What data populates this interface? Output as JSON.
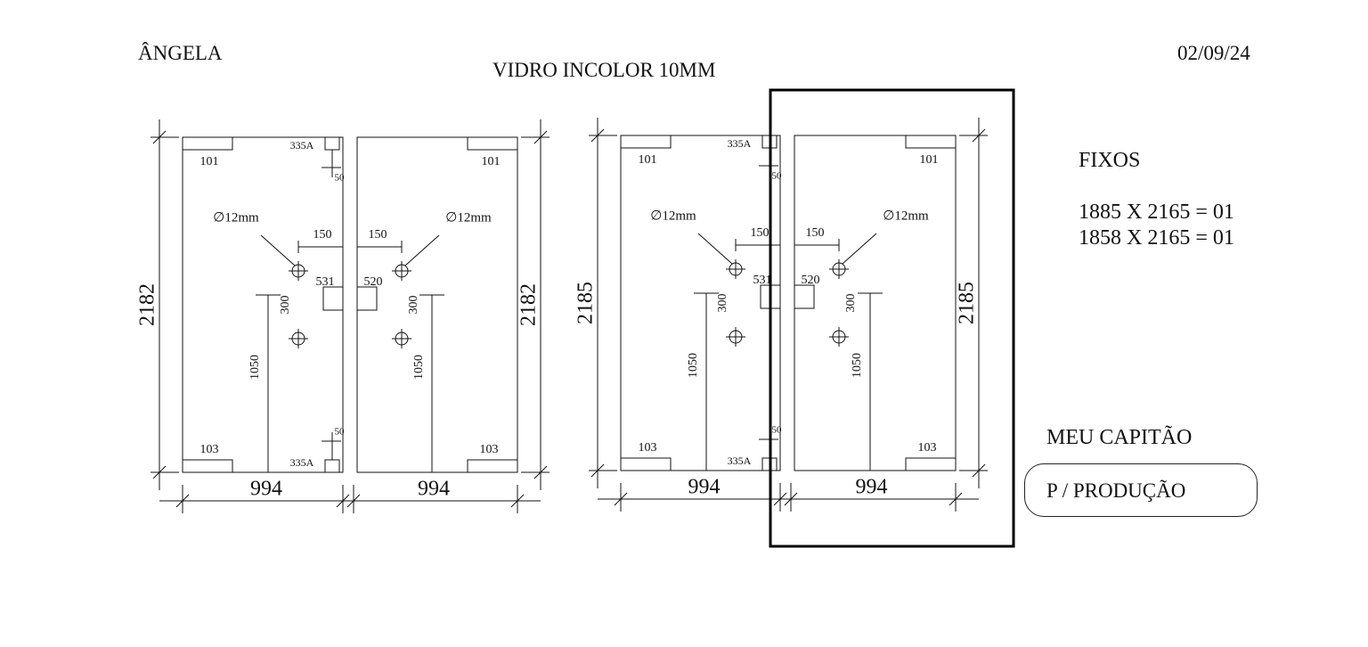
{
  "header": {
    "client": "ÂNGELA",
    "material": "VIDRO INCOLOR 10MM",
    "date": "02/09/24"
  },
  "notes": {
    "section_title": "FIXOS",
    "lines": [
      "1885 X 2165 = 01",
      "1858 X 2165 = 01"
    ],
    "store": "MEU CAPITÃO",
    "destination": "P / PRODUÇÃO"
  },
  "drawing": {
    "width_label": "994",
    "corner_top": "101",
    "corner_bottom": "103",
    "notch_label": "335A",
    "notch_offset": "50",
    "hole_diameter": "∅12mm",
    "hole_offset": "150",
    "hole_spacing": "300",
    "handle_height": "1050",
    "hinge_left": "531",
    "hinge_right": "520",
    "heights": [
      "2182",
      "2185"
    ]
  },
  "highlight": {
    "color": "#000000"
  }
}
